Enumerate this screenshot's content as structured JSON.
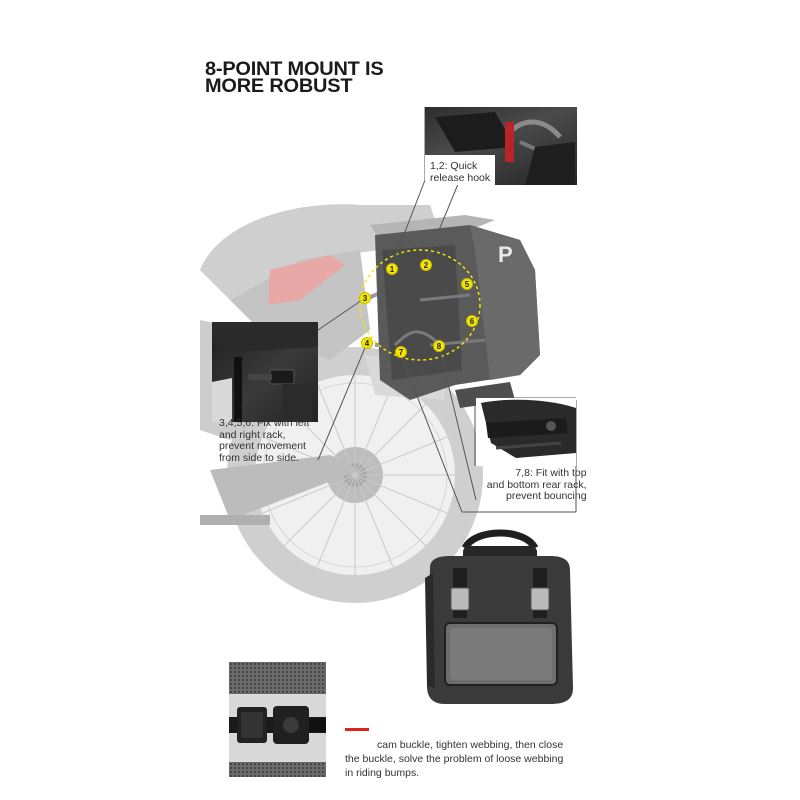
{
  "headline": {
    "line1": "8-POINT MOUNT IS",
    "line2": "MORE ROBUST"
  },
  "markers": [
    "1",
    "2",
    "3",
    "4",
    "5",
    "6",
    "7",
    "8"
  ],
  "callouts": {
    "top": {
      "line1": "1,2: Quick",
      "line2": "release hook"
    },
    "left": {
      "line1": "3,4,5,6: Fix with left",
      "line2": "and right rack,",
      "line3": "prevent movement",
      "line4": "from side to side."
    },
    "right": {
      "line1": "7,8: Fit with top",
      "line2": "and bottom rear rack,",
      "line3": "prevent bouncing"
    }
  },
  "bag_logo": "P",
  "caption": {
    "line1": "cam buckle, tighten webbing, then close",
    "line2": "the buckle, solve the problem of loose webbing",
    "line3": "in riding bumps."
  },
  "colors": {
    "marker": "#f3e600",
    "accent": "#e0231c",
    "leader_line": "#555555"
  }
}
